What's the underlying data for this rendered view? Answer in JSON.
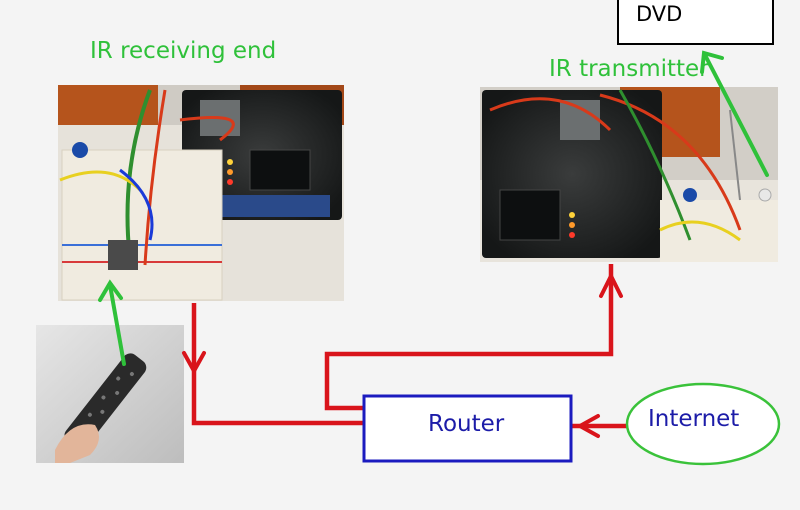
{
  "title_recv": "IR receiving end",
  "title_tx": "IR transmitter",
  "dvd": "DVD",
  "router": "Router",
  "internet": "Internet",
  "colors": {
    "wire": "#d9141b",
    "arrow_green": "#2fc13a",
    "router_border": "#1b1bbf",
    "internet_border": "#3ac23a",
    "text_blue": "#1c1ca8"
  },
  "images": {
    "receiver_photo": "arduino-ir-receiver-breadboard",
    "transmitter_photo": "arduino-ir-transmitter-breadboard",
    "remote_photo": "hand-holding-tv-remote"
  }
}
